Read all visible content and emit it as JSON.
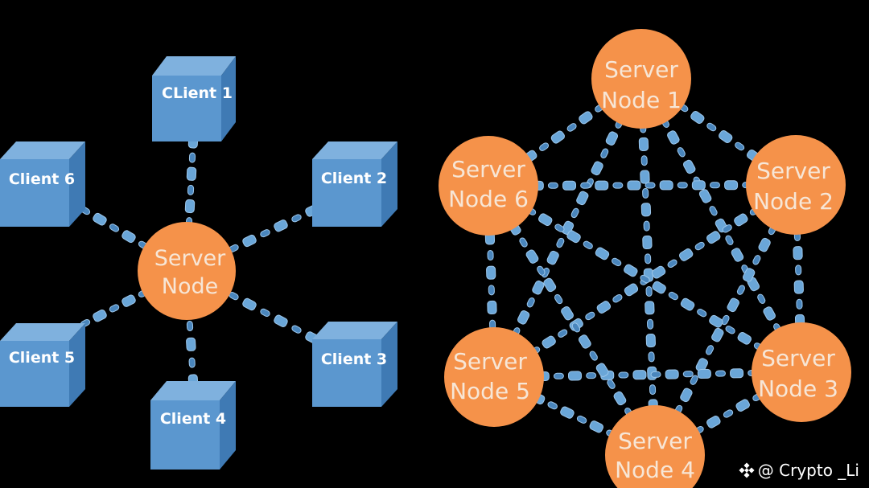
{
  "colors": {
    "background": "#000000",
    "server": "#f5924a",
    "server_text": "#f7e6d6",
    "client_front": "#5b97cf",
    "client_top": "#7fb1de",
    "client_side": "#3f7ab4",
    "chain": "#6aa6d8",
    "chain_dark": "#4a86bd"
  },
  "left_diagram": {
    "center": {
      "line1": "Server",
      "line2": "Node"
    },
    "clients": [
      "CLient 1",
      "Client 2",
      "Client 3",
      "Client 4",
      "Client 5",
      "Client 6"
    ]
  },
  "right_diagram": {
    "nodes": [
      {
        "line1": "Server",
        "line2": "Node 1"
      },
      {
        "line1": "Server",
        "line2": "Node 2"
      },
      {
        "line1": "Server",
        "line2": "Node 3"
      },
      {
        "line1": "Server",
        "line2": "Node 4"
      },
      {
        "line1": "Server",
        "line2": "Node 5"
      },
      {
        "line1": "Server",
        "line2": "Node 6"
      }
    ]
  },
  "watermark": {
    "text": "@ Crypto _Li",
    "icon": "binance-diamond-icon"
  }
}
